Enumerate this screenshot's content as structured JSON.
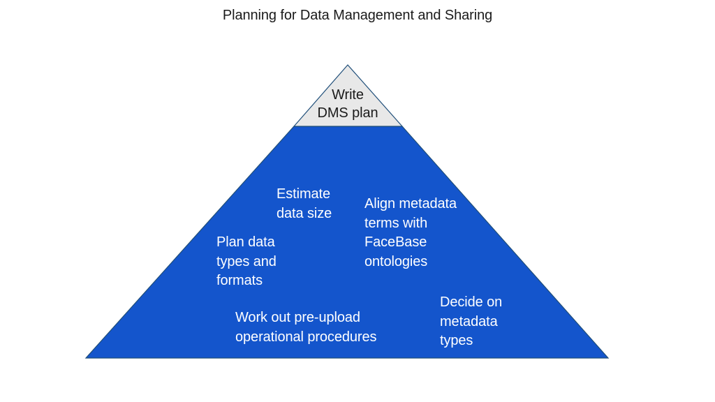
{
  "title": "Planning for Data Management and Sharing",
  "colors": {
    "pyramid_base": "#1455CC",
    "pyramid_apex": "#E8E8E8",
    "outline": "#1F4E79",
    "text_on_blue": "#FFFFFF",
    "text_dark": "#1A1A1A"
  },
  "pyramid": {
    "apex": {
      "line1": "Write",
      "line2": "DMS plan"
    },
    "tasks": [
      {
        "line1": "Estimate",
        "line2": "data size"
      },
      {
        "line1": "Align metadata",
        "line2": "terms with",
        "line3": "FaceBase",
        "line4": "ontologies"
      },
      {
        "line1": "Plan data",
        "line2": "types and",
        "line3": "formats"
      },
      {
        "line1": "Decide on",
        "line2": "metadata",
        "line3": "types"
      },
      {
        "line1": "Work out pre-upload",
        "line2": "operational procedures"
      }
    ]
  }
}
